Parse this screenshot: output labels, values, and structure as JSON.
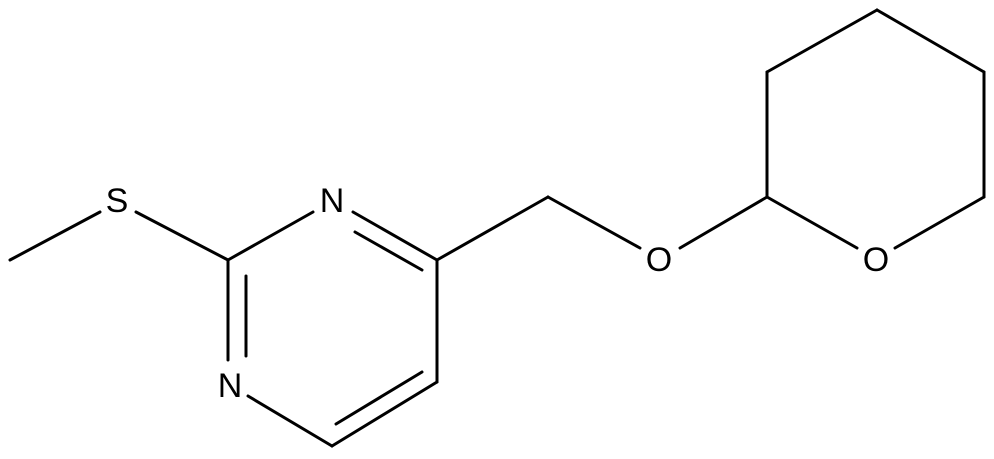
{
  "structure": {
    "atoms": {
      "sulfur": "S",
      "nitrogen_top": "N",
      "nitrogen_bottom": "N",
      "oxygen_ether": "O",
      "oxygen_ring": "O"
    }
  }
}
